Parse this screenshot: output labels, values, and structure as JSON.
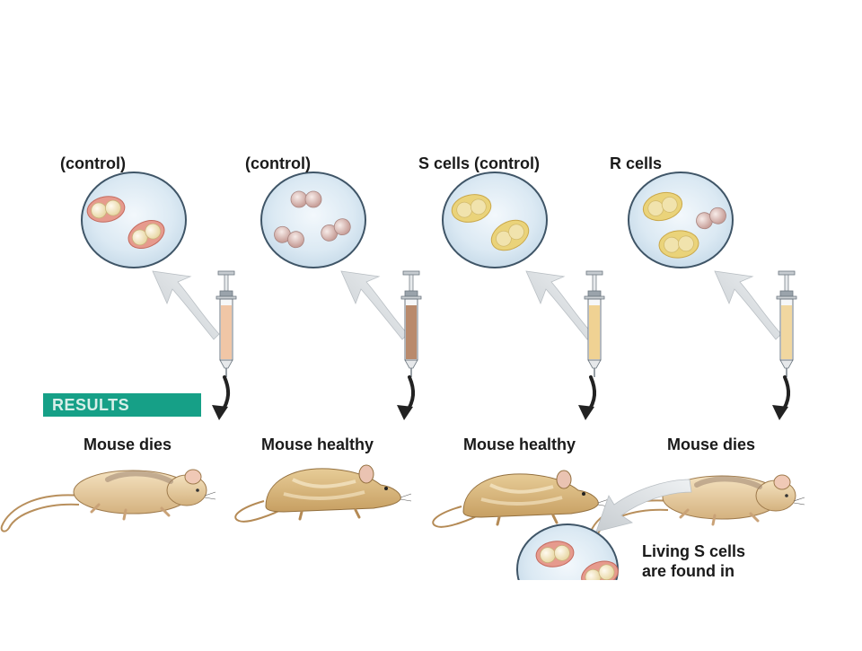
{
  "experiment_labels": [
    "(control)",
    "(control)",
    "S cells (control)",
    "R cells"
  ],
  "results_label": "RESULTS",
  "outcomes": [
    "Mouse dies",
    "Mouse healthy",
    "Mouse healthy",
    "Mouse dies"
  ],
  "finding_text": [
    "Living S cells",
    "are found in"
  ],
  "colors": {
    "dish_fill": "#dbe9f3",
    "dish_stroke": "#3f5567",
    "capsule_red": "#e69a8d",
    "capsule_tan": "#ead37a",
    "cell_cream": "#f2e7c2",
    "cell_pink": "#d9b8b4",
    "arrow_gray": "#d5d9dc",
    "results_bar": "#16a087",
    "fluid": [
      "#f0c6a6",
      "#b98a6c",
      "#f0d293",
      "#f1d7a0"
    ]
  }
}
